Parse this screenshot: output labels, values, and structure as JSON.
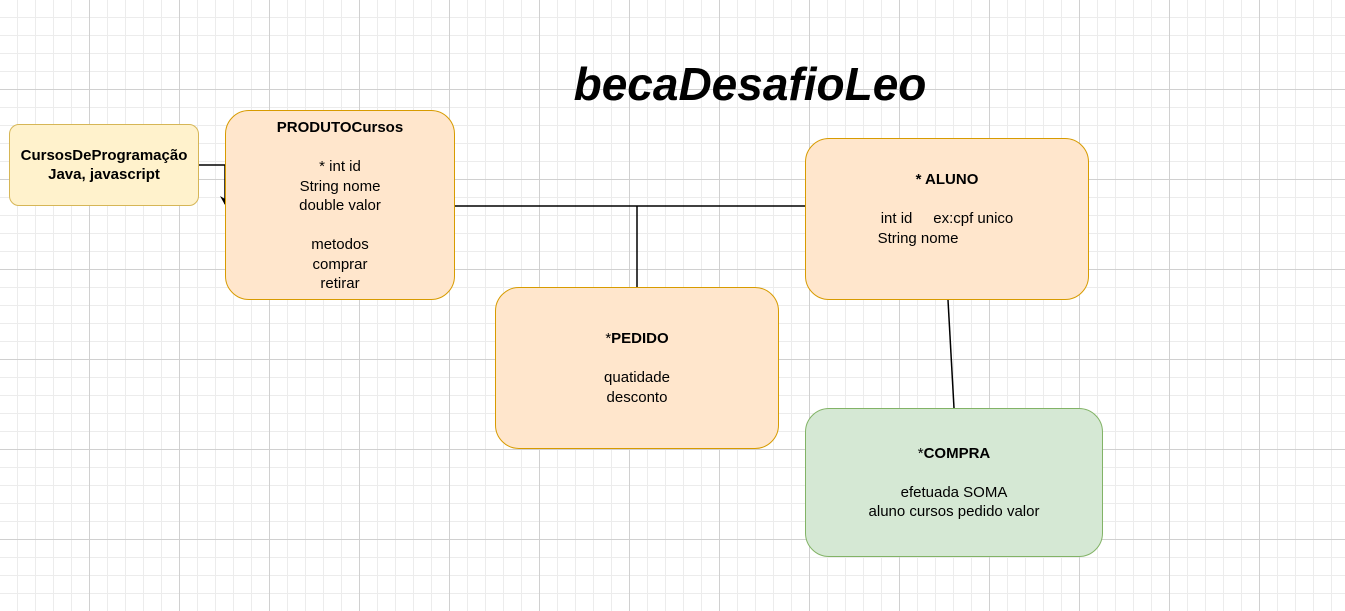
{
  "diagram": {
    "title": "becaDesafioLeo",
    "nodes": {
      "cursos": {
        "lines": [
          "CursosDeProgramação",
          "Java, javascript"
        ]
      },
      "produto": {
        "header": "PRODUTOCursos",
        "lines_a": [
          "* int id",
          "String nome",
          "double valor"
        ],
        "lines_b": [
          "metodos",
          "comprar",
          "retirar"
        ]
      },
      "aluno": {
        "header": "* ALUNO",
        "line1": "int id     ex:cpf unico",
        "line2": "String nome"
      },
      "pedido": {
        "header_prefix": "*",
        "header": "PEDIDO",
        "lines": [
          "quatidade",
          "desconto"
        ]
      },
      "compra": {
        "header_prefix": "*",
        "header": "COMPRA",
        "lines": [
          "efetuada SOMA",
          "aluno cursos pedido valor"
        ]
      }
    },
    "edges": [
      {
        "from": "cursos",
        "to": "produto",
        "arrow": true
      },
      {
        "from": "produto",
        "to": "aluno",
        "arrow": false
      },
      {
        "from": "pedido",
        "to": "produto-aluno-link",
        "arrow": false
      },
      {
        "from": "aluno",
        "to": "compra",
        "arrow": false
      }
    ],
    "colors": {
      "sand_fill": "#ffe6cc",
      "sand_stroke": "#d79b00",
      "cream_fill": "#fff2cc",
      "cream_stroke": "#d6b656",
      "mint_fill": "#d5e8d4",
      "mint_stroke": "#82b366"
    }
  }
}
